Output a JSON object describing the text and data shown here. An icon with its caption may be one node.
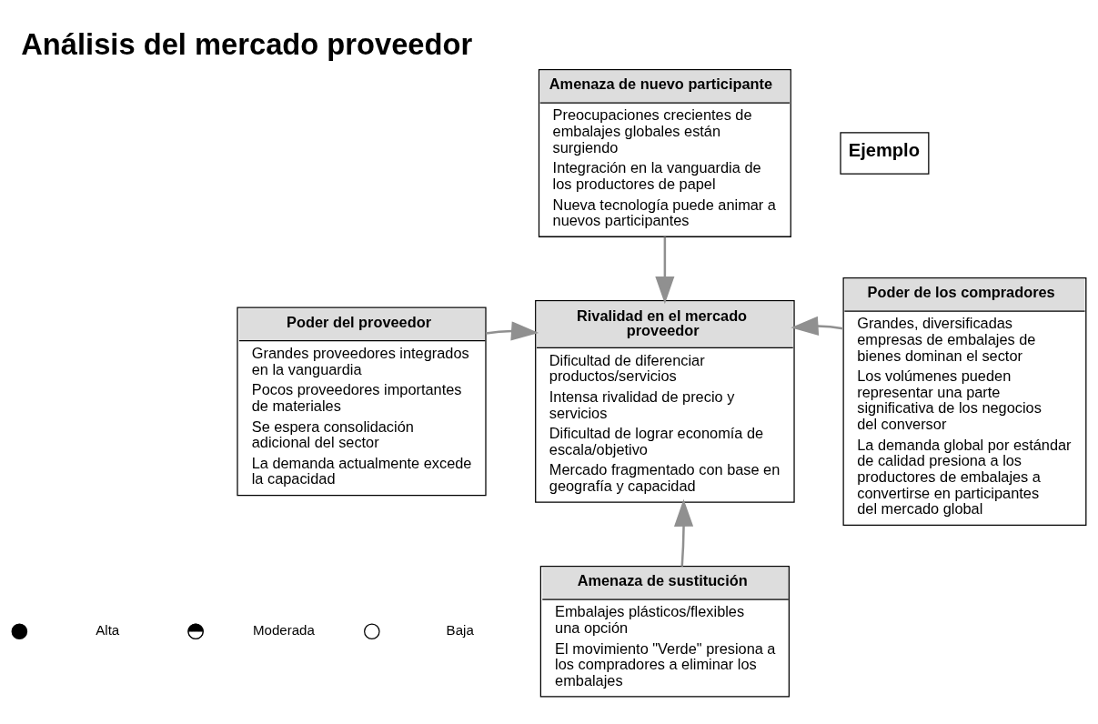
{
  "diagram": {
    "title": "Análisis del mercado proveedor",
    "nodes": [
      {
        "text": [
          "Amenaza de nuevo participante",
          "Preocupaciones crecientes de embalajes globales están surgiendo",
          "Integración en la vanguardia de los productores de papel",
          "Nueva tecnología puede animar a nuevos participantes"
        ]
      },
      {
        "text": [
          "Poder del proveedor",
          "Grandes proveedores integrados en la vanguardia",
          "Pocos proveedores importantes de materiales",
          "Se espera consolidación adicional del sector",
          "La demanda actualmente excede la capacidad"
        ]
      },
      {
        "text": [
          "Rivalidad en el mercado proveedor",
          "Dificultad de diferenciar productos/servicios",
          "Intensa rivalidad de precio y servicios",
          "Dificultad de lograr economía de escala/objetivo",
          "Mercado fragmentado con base en geografía y capacidad"
        ]
      },
      {
        "text": [
          "Poder de los compradores",
          "Grandes, diversificadas empresas de embalajes de bienes dominan el sector",
          "Los volúmenes pueden representar una parte significativa de los negocios del conversor",
          "La demanda global por estándar de calidad presiona a los productores de embalajes a convertirse en participantes del mercado global"
        ]
      },
      {
        "text": [
          "Amenaza de sustitución",
          "Embalajes plásticos/flexibles una opción",
          "El movimiento \"Verde\" presiona a los compradores a eliminar los embalajes"
        ]
      }
    ],
    "edges": [
      {
        "from": 0,
        "to": 2,
        "arrow": "to"
      },
      {
        "from": 1,
        "to": 2,
        "arrow": "to"
      },
      {
        "from": 3,
        "to": 2,
        "arrow": "to"
      },
      {
        "from": 4,
        "to": 2,
        "arrow": "to"
      }
    ],
    "labels": [
      "Ejemplo"
    ],
    "legend": [
      {
        "text": "Alta"
      },
      {
        "text": "Moderada"
      },
      {
        "text": "Baja"
      }
    ]
  }
}
